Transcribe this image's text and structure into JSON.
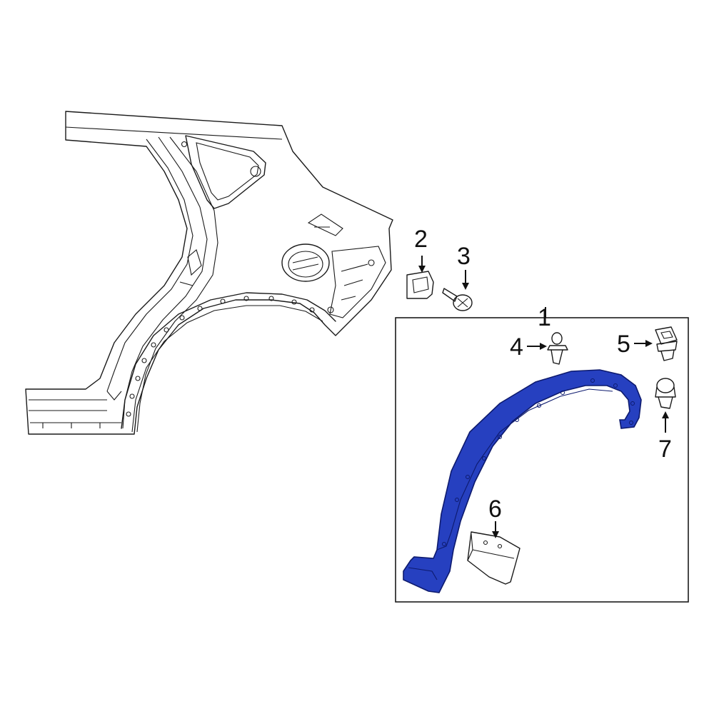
{
  "callouts": [
    {
      "id": "1",
      "label": "1"
    },
    {
      "id": "2",
      "label": "2"
    },
    {
      "id": "3",
      "label": "3"
    },
    {
      "id": "4",
      "label": "4"
    },
    {
      "id": "5",
      "label": "5"
    },
    {
      "id": "6",
      "label": "6"
    },
    {
      "id": "7",
      "label": "7"
    }
  ],
  "colors": {
    "highlight_part": "#2640c0",
    "highlight_stroke": "#0d1a6e",
    "line": "#1a1a1a",
    "background": "#ffffff"
  }
}
